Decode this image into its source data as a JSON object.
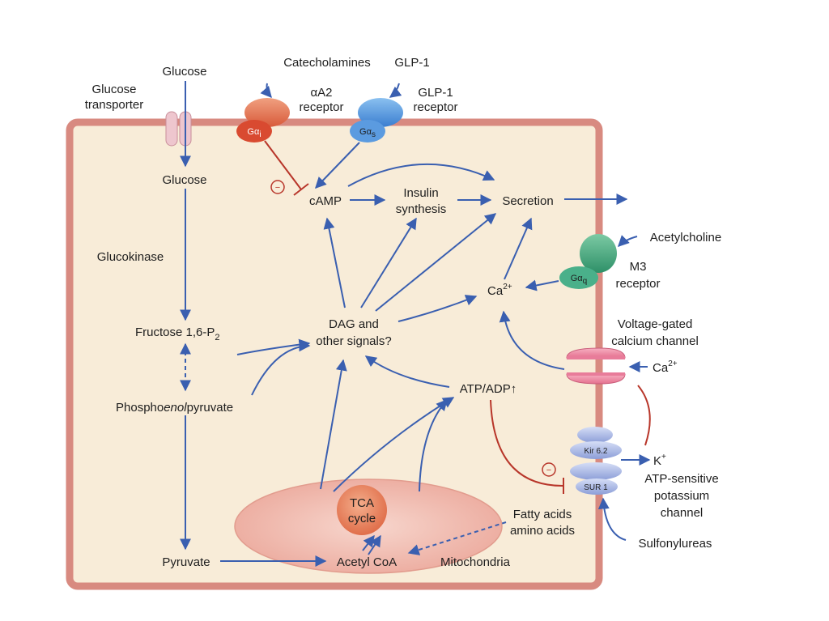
{
  "diagram": {
    "extracellular": {
      "glucose": "Glucose",
      "glucose_transporter_line1": "Glucose",
      "glucose_transporter_line2": "transporter",
      "catecholamines": "Catecholamines",
      "glp1": "GLP-1",
      "alpha_receptor_line1": "αA2",
      "alpha_receptor_line2": "receptor",
      "glp1_receptor_line1": "GLP-1",
      "glp1_receptor_line2": "receptor",
      "acetylcholine": "Acetylcholine",
      "m3_line1": "M3",
      "m3_line2": "receptor",
      "vgcc_line1": "Voltage-gated",
      "vgcc_line2": "calcium channel",
      "ca_outside": "Ca",
      "ca_outside_sup": "2+",
      "k_plus": "K",
      "k_plus_sup": "+",
      "katp_line1": "ATP-sensitive",
      "katp_line2": "potassium",
      "katp_line3": "channel",
      "sulfonylureas": "Sulfonylureas"
    },
    "intracellular": {
      "glucose": "Glucose",
      "glucokinase": "Glucokinase",
      "fructose": "Fructose 1,6-P",
      "fructose_sub": "2",
      "pep_prefix": "Phospho",
      "pep_italic": "enol",
      "pep_suffix": "pyruvate",
      "pyruvate": "Pyruvate",
      "acetyl_coa": "Acetyl CoA",
      "mitochondria": "Mitochondria",
      "tca_line1": "TCA",
      "tca_line2": "cycle",
      "fatty_acids": "Fatty acids",
      "amino_acids": "amino acids",
      "camp": "cAMP",
      "insulin_line1": "Insulin",
      "insulin_line2": "synthesis",
      "secretion": "Secretion",
      "ca_inside": "Ca",
      "ca_inside_sup": "2+",
      "dag_line1": "DAG and",
      "dag_line2": "other signals?",
      "atp_adp": "ATP/ADP↑"
    },
    "proteins": {
      "gai": "Gα",
      "gai_sub": "i",
      "gas": "Gα",
      "gas_sub": "s",
      "gaq": "Gα",
      "gaq_sub": "q",
      "kir": "Kir 6.2",
      "sur": "SUR 1",
      "minus": "−"
    },
    "colors": {
      "cell_fill": "#f8ecd8",
      "cell_border": "#d88a80",
      "pathway_arrow": "#3a5fb0",
      "inhibition": "#b8362a",
      "alpha_receptor": "#e0785a",
      "glp1_receptor": "#4a8ed8",
      "m3_receptor": "#3fa47e",
      "calcium_channel": "#e87c9a",
      "katp_channel": "#9fb0e0",
      "mitochondrion": "#f1c4bb",
      "tca": "#ec8a66"
    }
  }
}
